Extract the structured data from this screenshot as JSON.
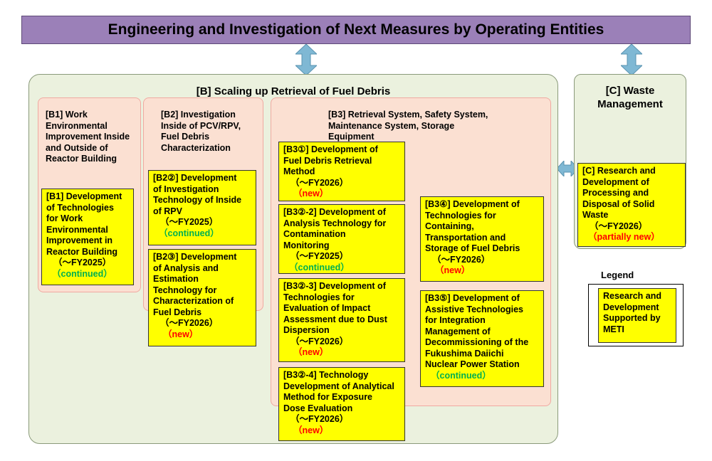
{
  "banner": {
    "title": "Engineering and Investigation of Next Measures by Operating Entities"
  },
  "colors": {
    "banner": "#9b80b8",
    "panel": "#ebf1de",
    "group": "#fbe0d2",
    "box": "#ffff00",
    "new": "#ff0000",
    "continued": "#00b050",
    "arrow": "#7fb8d4"
  },
  "icons": {
    "arrow": "double-headed-arrow-icon"
  },
  "b": {
    "title": "[B] Scaling up Retrieval of Fuel Debris",
    "b1": {
      "header": [
        "[B1] Work",
        "Environmental",
        "Improvement Inside",
        "and Outside of",
        "Reactor Building"
      ],
      "box": {
        "lines": [
          "[B1] Development",
          "of Technologies",
          "for Work",
          "Environmental",
          "Improvement in",
          "Reactor Building"
        ],
        "fy": "（～FY2025）",
        "status": "（continued）"
      }
    },
    "b2": {
      "header": [
        "[B2] Investigation",
        "Inside of PCV/RPV,",
        "Fuel Debris",
        "Characterization"
      ],
      "box2": {
        "lines": [
          "[B2②] Development",
          "of Investigation",
          "Technology of Inside",
          "of RPV"
        ],
        "fy": "（～FY2025）",
        "status": "（continued）"
      },
      "box3": {
        "lines": [
          "[B2③] Development",
          "of Analysis and",
          "Estimation",
          "Technology for",
          "Characterization of",
          "Fuel Debris"
        ],
        "fy": "（～FY2026）",
        "status": "（new）"
      }
    },
    "b3": {
      "header": [
        "[B3] Retrieval System, Safety System,",
        "Maintenance System, Storage",
        "Equipment"
      ],
      "box1": {
        "lines": [
          "[B3①] Development of",
          "Fuel Debris Retrieval",
          "Method"
        ],
        "fy": "（～FY2026）",
        "status": "（new）"
      },
      "box22": {
        "lines": [
          "[B3②-2] Development of",
          "Analysis Technology for",
          "Contamination",
          "Monitoring"
        ],
        "fy": "（～FY2025）",
        "status": "（continued）"
      },
      "box23": {
        "lines": [
          "[B3②-3] Development of",
          "Technologies for",
          "Evaluation of Impact",
          "Assessment due to Dust",
          "Dispersion"
        ],
        "fy": "（～FY2026）",
        "status": "（new）"
      },
      "box24": {
        "lines": [
          "[B3②-4] Technology",
          "Development of Analytical",
          "Method for Exposure",
          "Dose Evaluation"
        ],
        "fy": "（～FY2026）",
        "status": "（new）"
      },
      "box4": {
        "lines": [
          "[B3④] Development of",
          "Technologies for",
          "Containing,",
          "Transportation and",
          "Storage of Fuel Debris"
        ],
        "fy": "（～FY2026）",
        "status": "（new）"
      },
      "box5": {
        "lines": [
          "[B3⑤] Development of",
          "Assistive Technologies",
          "for Integration",
          "Management of",
          "Decommissioning of the",
          "Fukushima Daiichi",
          "Nuclear Power Station"
        ],
        "status": "（continued）"
      }
    }
  },
  "c": {
    "title": [
      "[C] Waste",
      "Management"
    ],
    "box": {
      "lines": [
        "[C] Research and",
        "Development of",
        "Processing and",
        "Disposal of Solid",
        "Waste"
      ],
      "fy": "（～FY2026）",
      "status": "（partially new）"
    }
  },
  "legend": {
    "title": "Legend",
    "lines": [
      "Research and",
      "Development",
      "Supported by",
      "METI"
    ]
  }
}
